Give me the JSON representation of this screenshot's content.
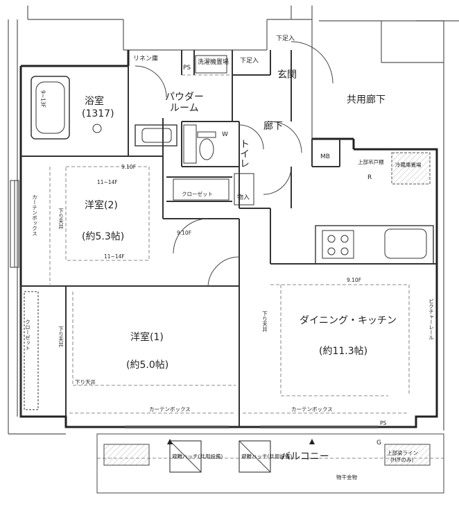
{
  "rooms": {
    "bath": "浴室",
    "bath_size": "(1317)",
    "powder": "パウダー",
    "powder2": "ルーム",
    "entrance": "玄関",
    "hall": "廊下",
    "toilet": "トイレ",
    "corridor": "共用廊下",
    "western2": "洋室(2)",
    "western2_size": "(約5.3帖)",
    "western1": "洋室(1)",
    "western1_size": "(約5.0帖)",
    "dk": "ダイニング・キッチン",
    "dk_size": "(約11.3帖)",
    "balcony": "バルコニー"
  },
  "labels": {
    "linen": "リネン庫",
    "ps": "PS",
    "washer": "洗濯機置場",
    "shoe1": "下足入",
    "shoe2": "下足入",
    "mb": "MB",
    "closet": "クローゼット",
    "closet2": "クローゼット",
    "storage": "物入",
    "curtain_box_v": "カーテンボックス",
    "curtain_box1": "カーテンボックス",
    "curtain_box2": "カーテンボックス",
    "drop_ceiling1": "下り天井",
    "drop_ceiling2": "下り天井",
    "drop_ceiling3": "下り天井",
    "drop_ceiling4": "下り天井",
    "picture_rail": "ピクチャーレール",
    "upper_cab": "上部吊戸棚",
    "fridge": "冷蔵庫置場",
    "hatch1": "避難ハッチ(共用設備)",
    "hatch2": "避難ハッチ(共用設備)",
    "upper_beam": "上部梁ライン",
    "upper_beam2": "(H/Fのみ)",
    "handrail": "物干金物",
    "bath_dim": "9~13F",
    "dim1": "9.10F",
    "dim2": "11~14F",
    "dim3": "9.10F",
    "dim4": "11~14F",
    "dim5": "9.10F",
    "w": "W",
    "r": "R",
    "g": "G",
    "ps2": "PS"
  }
}
